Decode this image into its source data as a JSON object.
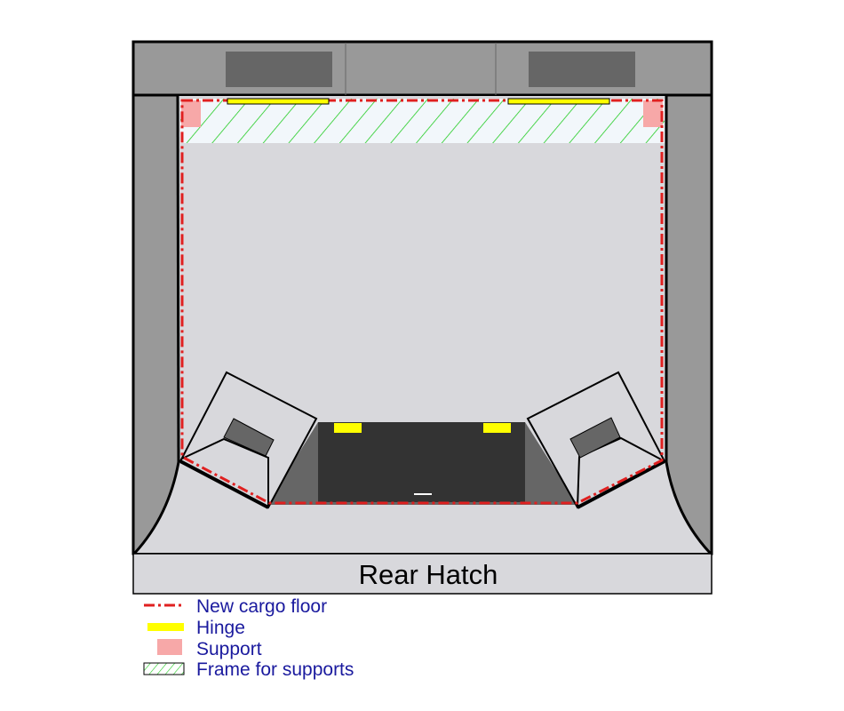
{
  "diagram": {
    "rear_hatch_label": "Rear Hatch"
  },
  "legend": {
    "items": [
      {
        "key": "new_cargo_floor",
        "label": "New cargo floor",
        "symbol": "dash-dot-line",
        "color": "#e02020"
      },
      {
        "key": "hinge",
        "label": "Hinge",
        "symbol": "yellow-bar",
        "color": "#ffff00"
      },
      {
        "key": "support",
        "label": "Support",
        "symbol": "pink-square",
        "color": "#f7a8a8"
      },
      {
        "key": "frame",
        "label": "Frame for supports",
        "symbol": "green-hatch",
        "color": "#22cc22"
      }
    ]
  },
  "colors": {
    "interior": "#d8d8dc",
    "walls": "#999999",
    "panel": "#666666",
    "well": "#333333",
    "outline": "#000000",
    "legend_text": "#1a1a9e"
  }
}
